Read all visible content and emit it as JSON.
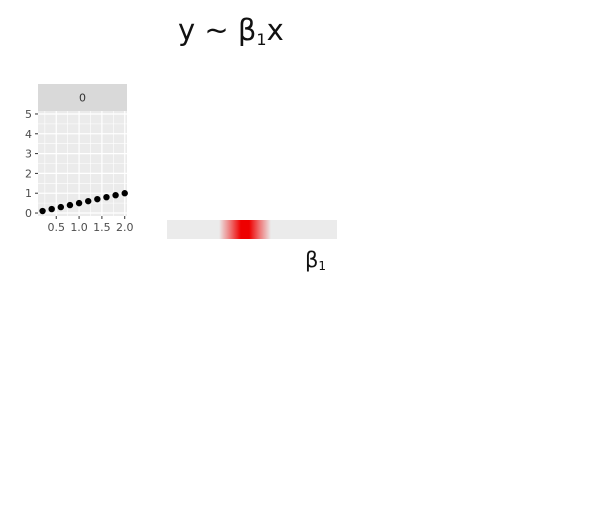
{
  "header": {
    "formula_lhs": "y ~ β",
    "formula_sub": "1",
    "formula_rhs": "x"
  },
  "parameter_panel": {
    "symbol": "β",
    "subscript": "1",
    "density_color": "#ee0000",
    "bar_color": "#ebebeb",
    "density_center": 0.46
  },
  "chart_data": {
    "type": "scatter",
    "facet": {
      "strip_label": "0",
      "strip_color": "#d9d9d9"
    },
    "panel_background": "#ebebeb",
    "grid": true,
    "x": [
      0.2,
      0.4,
      0.6,
      0.8,
      1.0,
      1.2,
      1.4,
      1.6,
      1.8,
      2.0
    ],
    "y": [
      0.1,
      0.2,
      0.3,
      0.4,
      0.5,
      0.6,
      0.7,
      0.8,
      0.9,
      1.0
    ],
    "xlim": [
      0.1,
      2.05
    ],
    "ylim": [
      -0.15,
      5.15
    ],
    "x_ticks": [
      0.5,
      1.0,
      1.5,
      2.0
    ],
    "x_tick_labels": [
      "0.5",
      "1.0",
      "1.5",
      "2.0"
    ],
    "y_ticks": [
      0,
      1,
      2,
      3,
      4,
      5
    ],
    "y_tick_labels": [
      "0",
      "1",
      "2",
      "3",
      "4",
      "5"
    ],
    "point_color": "#000000"
  }
}
